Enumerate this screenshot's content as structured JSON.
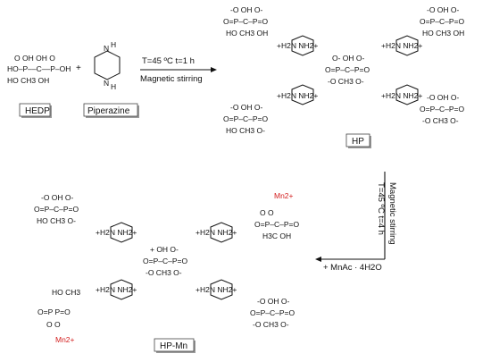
{
  "colors": {
    "text": "#111111",
    "manganese": "#d42020",
    "box_border": "#444444"
  },
  "labels": {
    "hedp": "HEDP",
    "piperazine": "Piperazine",
    "hp": "HP",
    "hpmn": "HP-Mn"
  },
  "plus": "+",
  "condition1": {
    "temperature": "T=45 ºC  t=1 h",
    "method": "Magnetic stirring"
  },
  "condition2": {
    "temperature": "T=45 ºC  t=4 h",
    "method": "Magnetic stirring"
  },
  "condition3": {
    "reagent": "+ MnAc · 4H2O"
  },
  "hedp": {
    "row1": "O   OH OH   O",
    "row2": "HO–P––C––P–OH",
    "row3": "HO    CH3    OH"
  },
  "piperazine_ring": {
    "n_top": "N",
    "n_bottom": "N",
    "h_top": "H",
    "h_bottom": "H"
  },
  "hp": {
    "anion_tl": {
      "row1": "-O  OH  O-",
      "row2": "O=P–C–P=O",
      "row3": "HO CH3 OH"
    },
    "anion_tr": {
      "row1": "-O  OH  O-",
      "row2": "O=P–C–P=O",
      "row3": "HO CH3 OH"
    },
    "anion_center": {
      "row1": "O-  OH  O-",
      "row2": "O=P–C–P=O",
      "row3": "-O CH3 O-"
    },
    "anion_bl": {
      "row1": "-O  OH  O-",
      "row2": "O=P–C–P=O",
      "row3": "HO CH3 O-"
    },
    "anion_br": {
      "row1": "-O  OH  O-",
      "row2": "O=P–C–P=O",
      "row3": "-O CH3 O-"
    },
    "cation": "+H2N   NH2+"
  },
  "hpmn": {
    "anion_tl": {
      "row1": "-O  OH  O-",
      "row2": "O=P–C–P=O",
      "row3": "HO CH3 O-"
    },
    "anion_center": {
      "row1": "+  OH  O-",
      "row2": "O=P–C–P=O",
      "row3": "-O CH3 O-"
    },
    "anion_tr": {
      "row1": "O  O",
      "row2": "O=P–C–P=O",
      "row3": "H3C OH"
    },
    "anion_bl": {
      "row1": "HO  CH3",
      "row2": "O=P  P=O",
      "row3": "O  O"
    },
    "anion_br": {
      "row1": "-O  OH  O-",
      "row2": "O=P–C–P=O",
      "row3": "-O CH3 O-"
    },
    "mn_top": "Mn2+",
    "mn_bottom": "Mn2+"
  }
}
